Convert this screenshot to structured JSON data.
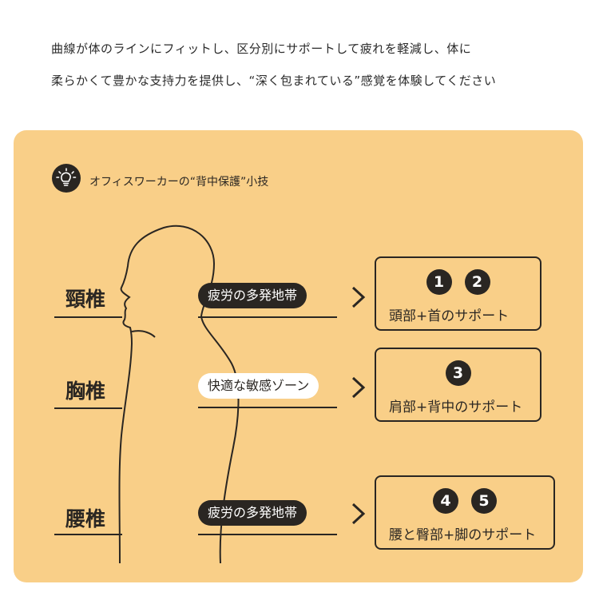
{
  "intro": {
    "line1": "曲線が体のラインにフィットし、区分別にサポートして疲れを軽減し、体に",
    "line2": "柔らかくて豊かな支持力を提供し、“深く包まれている”感覚を体験してください"
  },
  "panel": {
    "heading": "オフィスワーカーの“背中保護”小技",
    "rows": [
      {
        "spine": "頸椎",
        "zone": "疲労の多発地帯",
        "badges": [
          "1",
          "2"
        ],
        "support": "頭部+首のサポート"
      },
      {
        "spine": "胸椎",
        "zone": "快適な敏感ゾーン",
        "badges": [
          "3"
        ],
        "support": "肩部+背中のサポート"
      },
      {
        "spine": "腰椎",
        "zone": "疲労の多発地帯",
        "badges": [
          "4",
          "5"
        ],
        "support": "腰と臀部+脚のサポート"
      }
    ]
  },
  "colors": {
    "panel_bg": "#f9cf88",
    "ink": "#2a2622",
    "pill_light": "#ffffff"
  },
  "icons": {
    "tip": "lightbulb-icon",
    "arrow": "chevron-right-icon"
  }
}
